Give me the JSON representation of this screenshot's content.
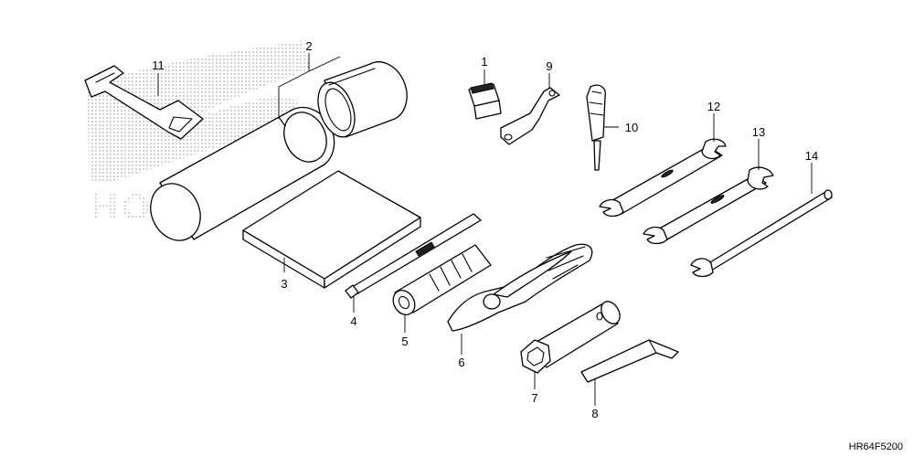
{
  "drawing_code": "HR64F5200",
  "callouts": [
    {
      "id": "1",
      "text": "1"
    },
    {
      "id": "2",
      "text": "2"
    },
    {
      "id": "3",
      "text": "3"
    },
    {
      "id": "4",
      "text": "4"
    },
    {
      "id": "5",
      "text": "5"
    },
    {
      "id": "6",
      "text": "6"
    },
    {
      "id": "7",
      "text": "7"
    },
    {
      "id": "8",
      "text": "8"
    },
    {
      "id": "9",
      "text": "9"
    },
    {
      "id": "10",
      "text": "10"
    },
    {
      "id": "11",
      "text": "11"
    },
    {
      "id": "12",
      "text": "12"
    },
    {
      "id": "13",
      "text": "13"
    },
    {
      "id": "14",
      "text": "14"
    }
  ],
  "watermark_text": "HONDA"
}
